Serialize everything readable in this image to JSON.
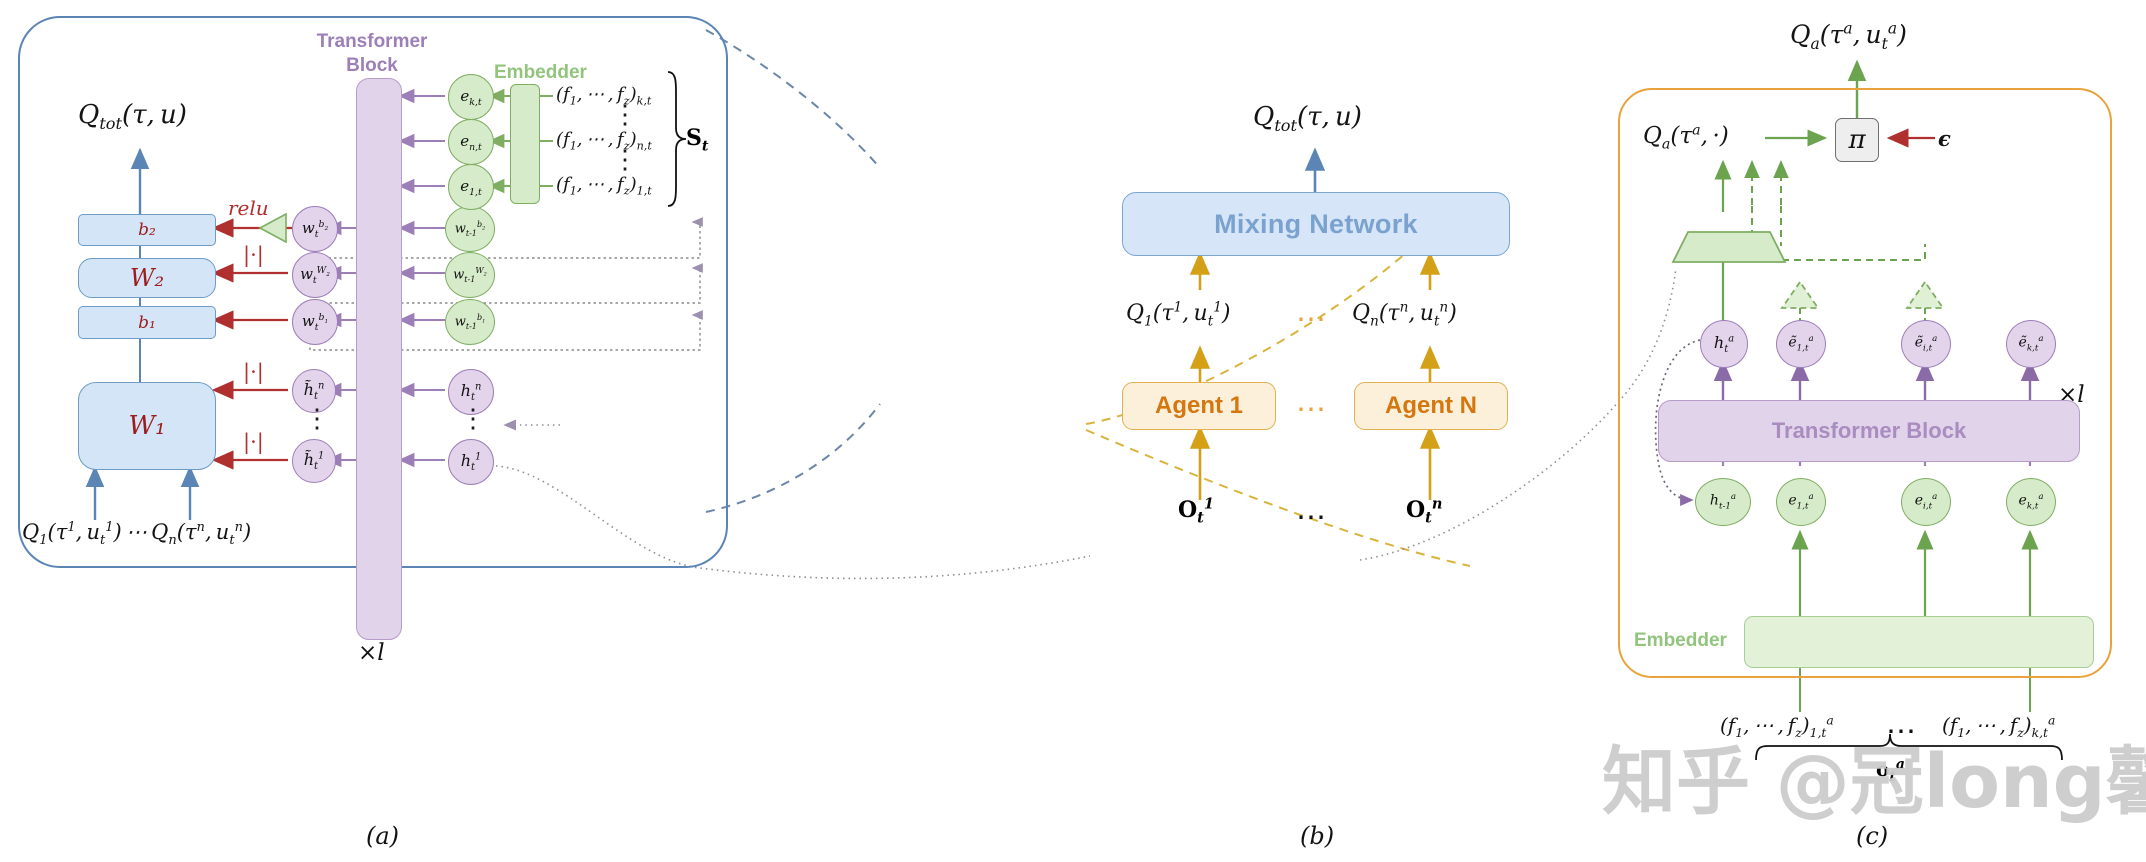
{
  "figure": {
    "panels": [
      {
        "id": "a",
        "caption": "(a)"
      },
      {
        "id": "b",
        "caption": "(b)"
      },
      {
        "id": "c",
        "caption": "(c)"
      }
    ],
    "watermark": "知乎 @冠long馨"
  },
  "panel_a": {
    "output_label": "Q_tot(τ, u)",
    "transformer_title_line1": "Transformer",
    "transformer_title_line2": "Block",
    "transformer_repeat": "×l",
    "embedder_title": "Embedder",
    "state_brace_label": "S_t",
    "mixing_boxes": [
      {
        "name": "b2",
        "label": "b₂",
        "style": "small"
      },
      {
        "name": "W2",
        "label": "W₂",
        "style": "large"
      },
      {
        "name": "b1",
        "label": "b₁",
        "style": "small"
      },
      {
        "name": "W1",
        "label": "W₁",
        "style": "xlarge"
      }
    ],
    "relu_label": "relu",
    "abs_label": "|·|",
    "hyper_nodes_current": [
      {
        "label": "w_t^{b_2}"
      },
      {
        "label": "w_t^{W_2}"
      },
      {
        "label": "w_t^{b_1}"
      }
    ],
    "hyper_nodes_prev": [
      {
        "label": "w_{t-1}^{b_2}"
      },
      {
        "label": "w_{t-1}^{W_2}"
      },
      {
        "label": "w_{t-1}^{b_1}"
      }
    ],
    "embedding_nodes": [
      {
        "label": "e_{k,t}"
      },
      {
        "label": "e_{n,t}"
      },
      {
        "label": "e_{1,t}"
      }
    ],
    "state_features": [
      "(f_1, ⋯ , f_z)_{k,t}",
      "(f_1, ⋯ , f_z)_{n,t}",
      "(f_1, ⋯ , f_z)_{1,t}"
    ],
    "hidden_out": [
      {
        "label": "h̃_t^{n}"
      },
      {
        "label": "h̃_t^{1}"
      }
    ],
    "hidden_in": [
      {
        "label": "h_t^{n}"
      },
      {
        "label": "h_t^{1}"
      }
    ],
    "input_label": "Q_1(τ^1, u_t^1) ⋯ Q_n(τ^n, u_t^n)",
    "vdots": "⋮"
  },
  "panel_b": {
    "output_label": "Q_tot(τ, u)",
    "mixing_network_label": "Mixing Network",
    "agent_q_values": [
      "Q_1(τ^1, u_t^1)",
      "Q_n(τ^n, u_t^n)"
    ],
    "agents": [
      "Agent 1",
      "Agent N"
    ],
    "observations": [
      "O_t^1",
      "O_t^n"
    ],
    "ellipsis": "⋯"
  },
  "panel_c": {
    "output_label": "Q_a(τ^a, u_t^a)",
    "q_values_label": "Q_a(τ^a, ·)",
    "policy_label": "π",
    "epsilon_label": "ϵ",
    "transformer_title": "Transformer Block",
    "transformer_repeat": "×l",
    "embedder_title": "Embedder",
    "upper_nodes": [
      {
        "label": "h_t^{a}"
      },
      {
        "label": "ẽ_{1,t}^{a}"
      },
      {
        "label": "ẽ_{i,t}^{a}"
      },
      {
        "label": "ẽ_{k,t}^{a}"
      }
    ],
    "lower_nodes": [
      {
        "label": "h_{t-1}^{a}"
      },
      {
        "label": "e_{1,t}^{a}"
      },
      {
        "label": "e_{i,t}^{a}"
      },
      {
        "label": "e_{k,t}^{a}"
      }
    ],
    "input_features": [
      "(f_1, ⋯ , f_z)_{1,t}^{a}",
      "(f_1, ⋯ , f_z)_{k,t}^{a}"
    ],
    "input_brace_label": "o_t^a",
    "ellipsis": "⋯"
  },
  "colors": {
    "panel_a_border": "#5b85b5",
    "panel_c_border": "#e8a33d",
    "blue_box_fill": "#d4e5f7",
    "blue_box_stroke": "#6d9cc6",
    "purple_fill": "#e3d4ec",
    "purple_stroke": "#9d7fb8",
    "green_fill": "#d6ebc9",
    "green_stroke": "#7fae63",
    "orange_fill": "#fdf0da",
    "orange_stroke": "#e0b251",
    "orange_text": "#d4770f",
    "red_arrow": "#b03030",
    "blue_arrow": "#5b85b5",
    "gold_arrow": "#d4a017",
    "mixing_text": "#7ba2cf"
  }
}
